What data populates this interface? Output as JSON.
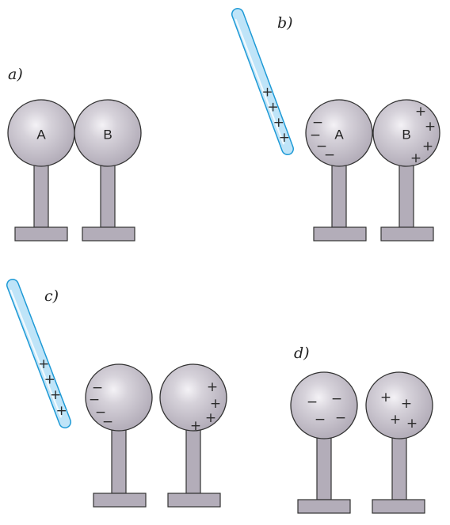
{
  "panels": [
    {
      "id": "a",
      "label": "a)",
      "rod": null,
      "spheres": [
        {
          "id": "A",
          "label": "A",
          "charges": []
        },
        {
          "id": "B",
          "label": "B",
          "charges": []
        }
      ]
    },
    {
      "id": "b",
      "label": "b)",
      "rod": {
        "charges": [
          "+",
          "+",
          "+",
          "+"
        ]
      },
      "spheres": [
        {
          "id": "A",
          "label": "A",
          "charges": [
            "−",
            "−",
            "−",
            "−"
          ]
        },
        {
          "id": "B",
          "label": "B",
          "charges": [
            "+",
            "+",
            "+",
            "+"
          ]
        }
      ]
    },
    {
      "id": "c",
      "label": "c)",
      "rod": {
        "charges": [
          "+",
          "+",
          "+",
          "+"
        ]
      },
      "spheres": [
        {
          "id": "left",
          "label": "",
          "charges": [
            "−",
            "−",
            "−",
            "−"
          ]
        },
        {
          "id": "right",
          "label": "",
          "charges": [
            "+",
            "+",
            "+",
            "+"
          ]
        }
      ]
    },
    {
      "id": "d",
      "label": "d)",
      "rod": null,
      "spheres": [
        {
          "id": "left",
          "label": "",
          "charges": [
            "−",
            "−",
            "−",
            "−"
          ]
        },
        {
          "id": "right",
          "label": "",
          "charges": [
            "+",
            "+",
            "+",
            "+"
          ]
        }
      ]
    }
  ],
  "colors": {
    "sphere_fill": "#b3adb9",
    "sphere_highlight": "#f4f2f6",
    "sphere_stroke": "#333333",
    "stand_fill": "#b3adb9",
    "rod_fill": "#bfe4f8",
    "rod_stroke": "#1e9ad6"
  }
}
